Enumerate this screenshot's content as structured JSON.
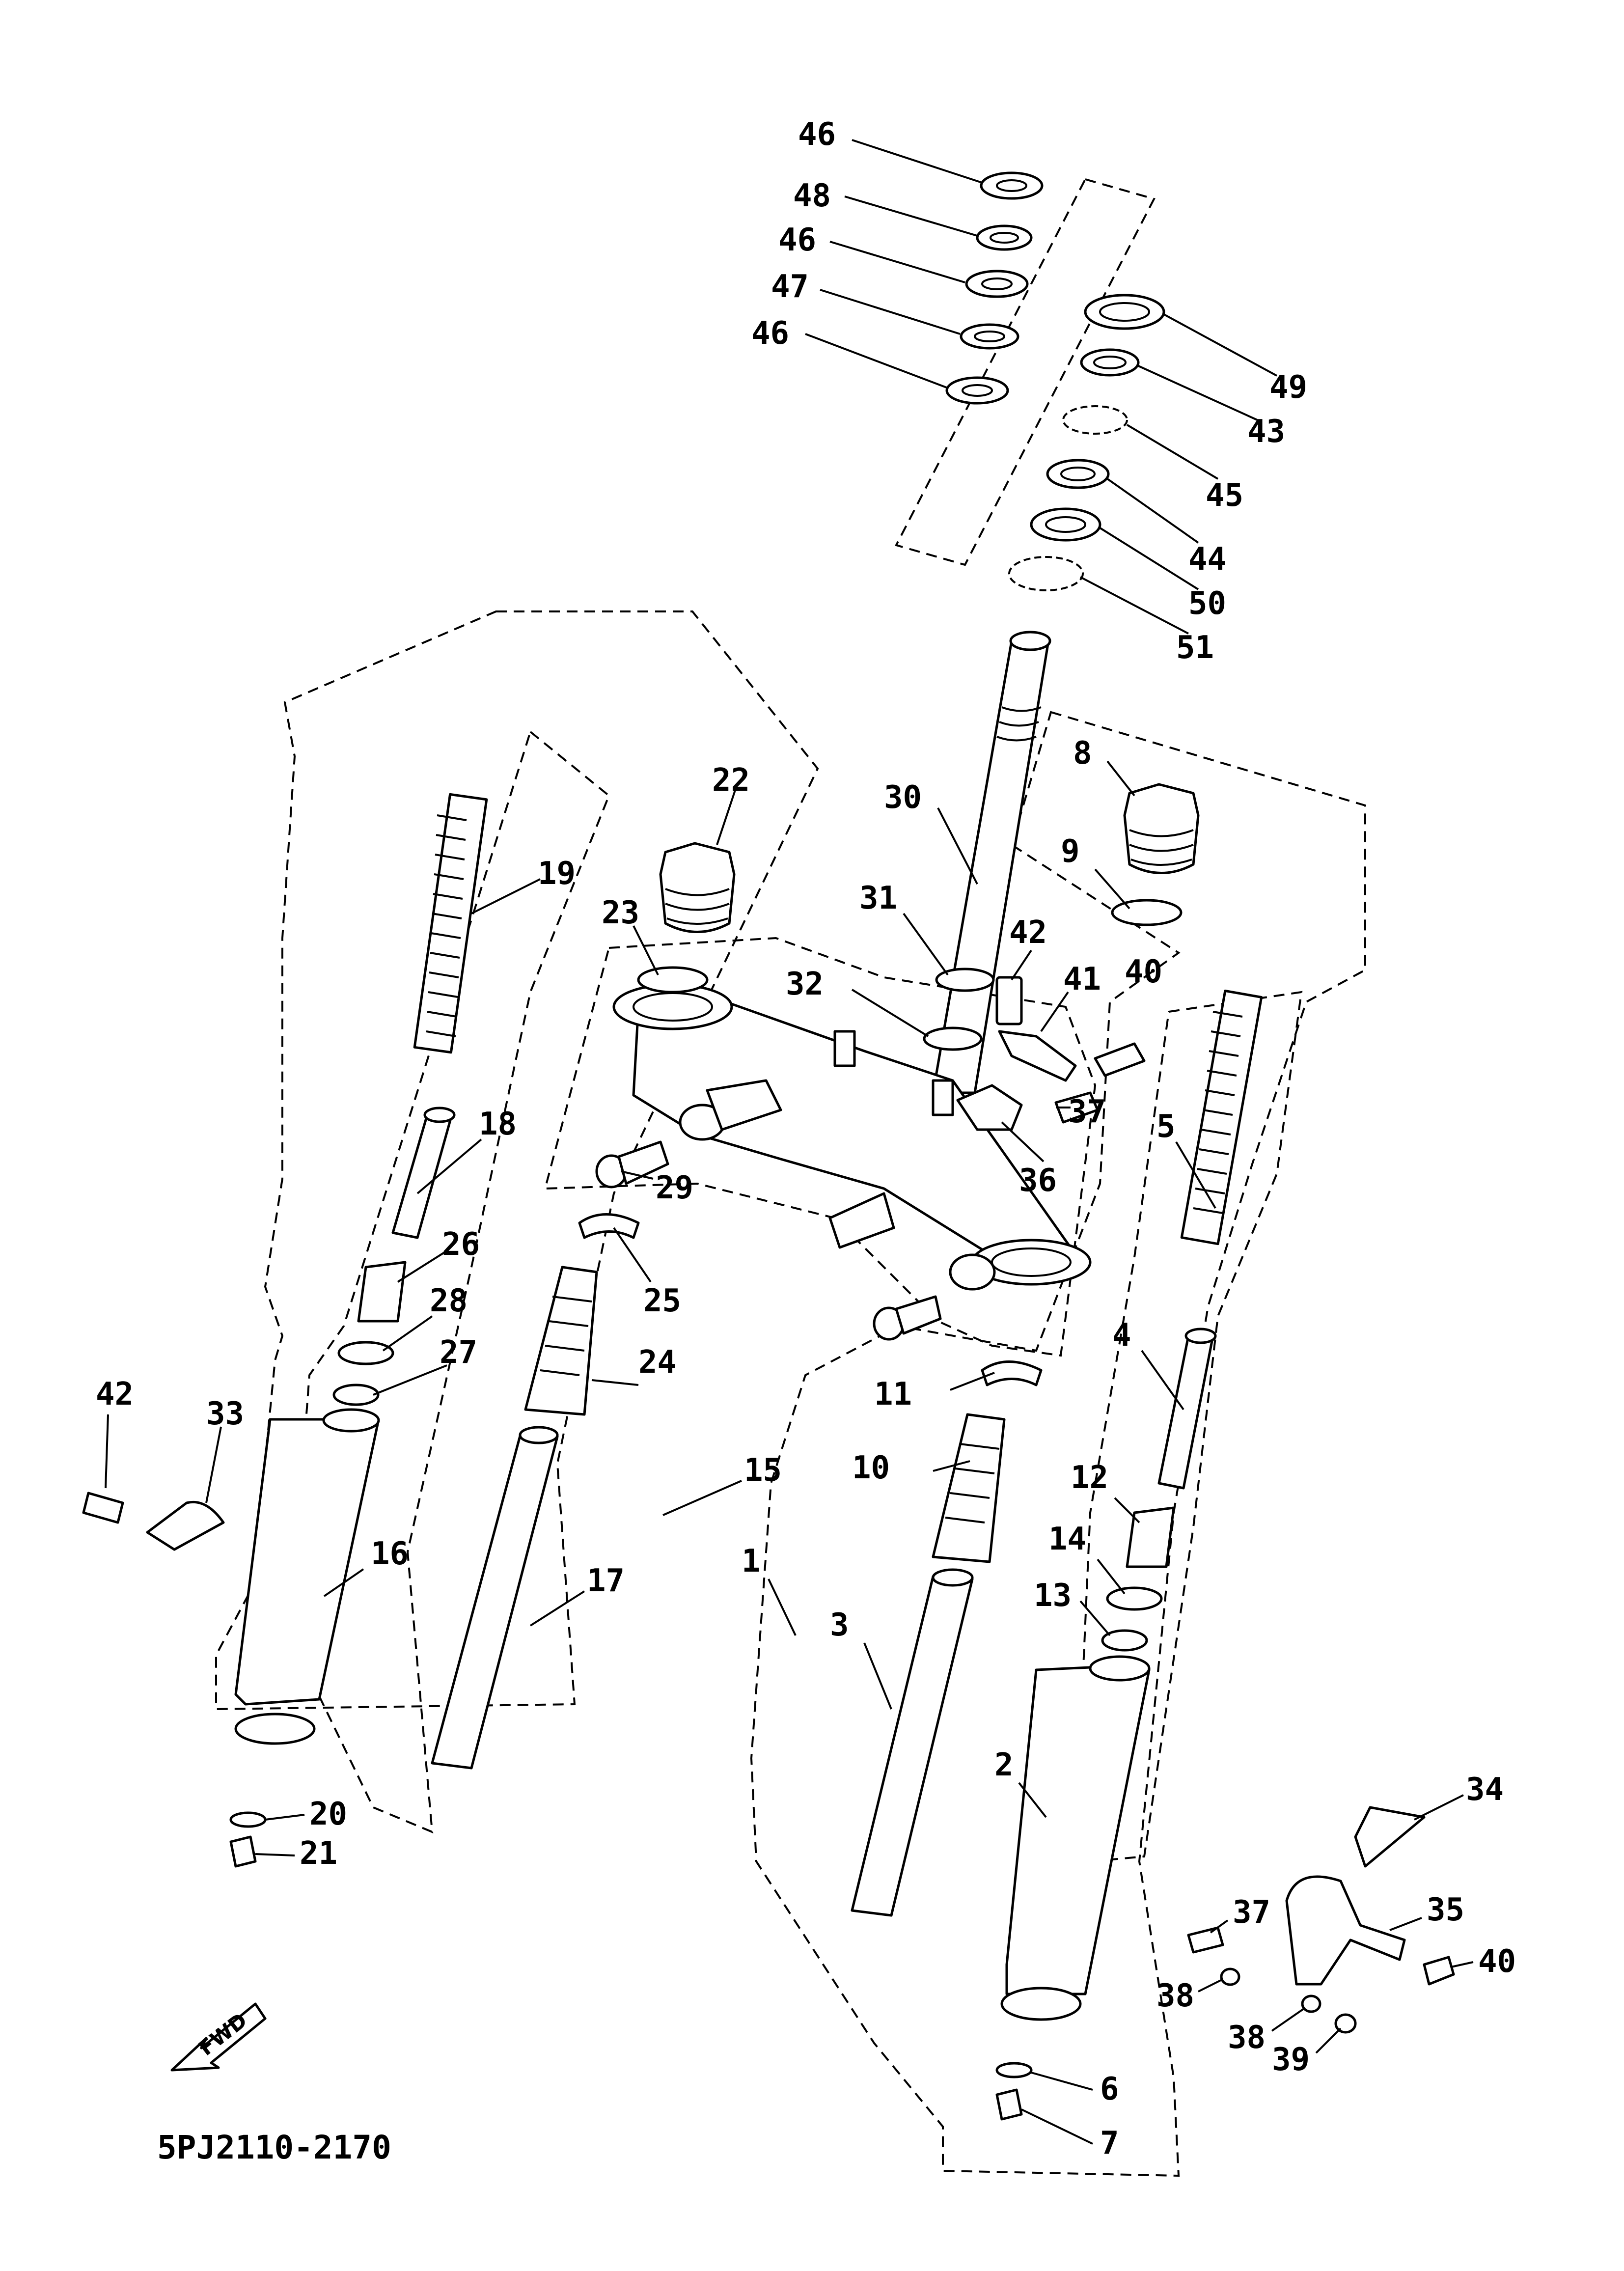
{
  "diagram": {
    "code": "5PJ2110-2170",
    "direction_label": "FWD",
    "callouts": [
      "46",
      "48",
      "46",
      "47",
      "46",
      "49",
      "43",
      "45",
      "44",
      "50",
      "51",
      "8",
      "9",
      "22",
      "23",
      "19",
      "30",
      "31",
      "32",
      "42",
      "41",
      "40",
      "37",
      "36",
      "5",
      "18",
      "29",
      "26",
      "25",
      "28",
      "27",
      "24",
      "11",
      "4",
      "10",
      "42",
      "33",
      "15",
      "12",
      "14",
      "16",
      "1",
      "13",
      "17",
      "3",
      "2",
      "20",
      "21",
      "34",
      "37",
      "35",
      "40",
      "38",
      "38",
      "39",
      "6",
      "7"
    ]
  }
}
